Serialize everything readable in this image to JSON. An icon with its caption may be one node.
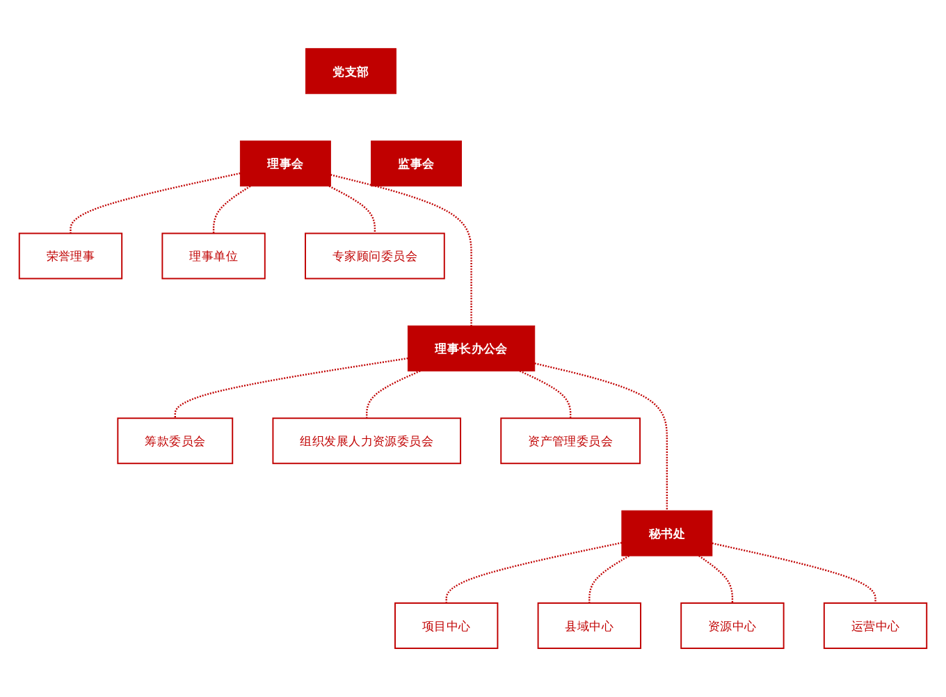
{
  "diagram": {
    "nodes": [
      {
        "text": [
          "党支部"
        ]
      },
      {
        "text": [
          "理事会"
        ]
      },
      {
        "text": [
          "监事会"
        ]
      },
      {
        "text": [
          "荣誉理事"
        ]
      },
      {
        "text": [
          "理事单位"
        ]
      },
      {
        "text": [
          "专家顾问委员会"
        ]
      },
      {
        "text": [
          "理事长办公会"
        ]
      },
      {
        "text": [
          "筹款委员会"
        ]
      },
      {
        "text": [
          "组织发展人力资源委员会"
        ]
      },
      {
        "text": [
          "资产管理委员会"
        ]
      },
      {
        "text": [
          "秘书处"
        ]
      },
      {
        "text": [
          "项目中心"
        ]
      },
      {
        "text": [
          "县域中心"
        ]
      },
      {
        "text": [
          "资源中心"
        ]
      },
      {
        "text": [
          "运营中心"
        ]
      }
    ],
    "edges": [
      {
        "from": 1,
        "to": 3,
        "arrow": "none",
        "style": "dashed"
      },
      {
        "from": 1,
        "to": 4,
        "arrow": "none",
        "style": "dashed"
      },
      {
        "from": 1,
        "to": 5,
        "arrow": "none",
        "style": "dashed"
      },
      {
        "from": 1,
        "to": 6,
        "arrow": "none",
        "style": "dashed"
      },
      {
        "from": 6,
        "to": 7,
        "arrow": "none",
        "style": "dashed"
      },
      {
        "from": 6,
        "to": 8,
        "arrow": "none",
        "style": "dashed"
      },
      {
        "from": 6,
        "to": 9,
        "arrow": "none",
        "style": "dashed"
      },
      {
        "from": 6,
        "to": 10,
        "arrow": "none",
        "style": "dashed"
      },
      {
        "from": 10,
        "to": 11,
        "arrow": "none",
        "style": "dashed"
      },
      {
        "from": 10,
        "to": 12,
        "arrow": "none",
        "style": "dashed"
      },
      {
        "from": 10,
        "to": 13,
        "arrow": "none",
        "style": "dashed"
      },
      {
        "from": 10,
        "to": 14,
        "arrow": "none",
        "style": "dashed"
      }
    ]
  }
}
